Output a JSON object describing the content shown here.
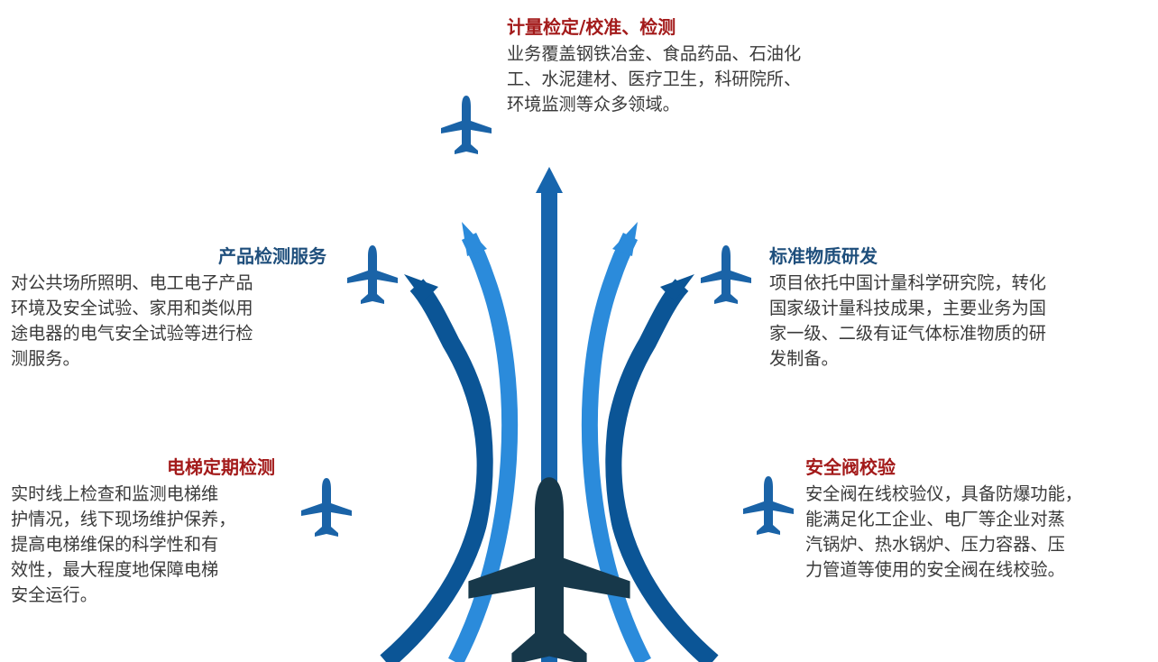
{
  "colors": {
    "dark_blue": "#0b5596",
    "light_blue": "#2b8bdb",
    "center_blue": "#1765ad",
    "plane_dark": "#17384a",
    "plane_blue": "#1a63a7",
    "title_red": "#a31a1a",
    "title_blue": "#1f4f7c"
  },
  "icons": {
    "plane": "airplane-icon"
  },
  "sections": {
    "top": {
      "title": "计量检定/校准、检测",
      "lines": [
        "业务覆盖钢铁冶金、食品药品、石油化",
        "工、水泥建材、医疗卫生，科研院所、",
        "环境监测等众多领域。"
      ]
    },
    "left_mid": {
      "title": "产品检测服务",
      "lines": [
        "对公共场所照明、电工电子产品",
        "环境及安全试验、家用和类似用",
        "途电器的电气安全试验等进行检",
        "测服务。"
      ]
    },
    "right_mid": {
      "title": "标准物质研发",
      "lines": [
        "项目依托中国计量科学研究院，转化",
        "国家级计量科技成果，主要业务为国",
        "家一级、二级有证气体标准物质的研",
        "发制备。"
      ]
    },
    "left_bottom": {
      "title": "电梯定期检测",
      "lines": [
        "实时线上检查和监测电梯维",
        "护情况，线下现场维护保养，",
        "提高电梯维保的科学性和有",
        "效性，最大程度地保障电梯",
        "安全运行。"
      ]
    },
    "right_bottom": {
      "title": "安全阀校验",
      "lines": [
        "安全阀在线校验仪，具备防爆功能，",
        "能满足化工企业、电厂等企业对蒸",
        "汽锅炉、热水锅炉、压力容器、压",
        "力管道等使用的安全阀在线校验。"
      ]
    }
  }
}
